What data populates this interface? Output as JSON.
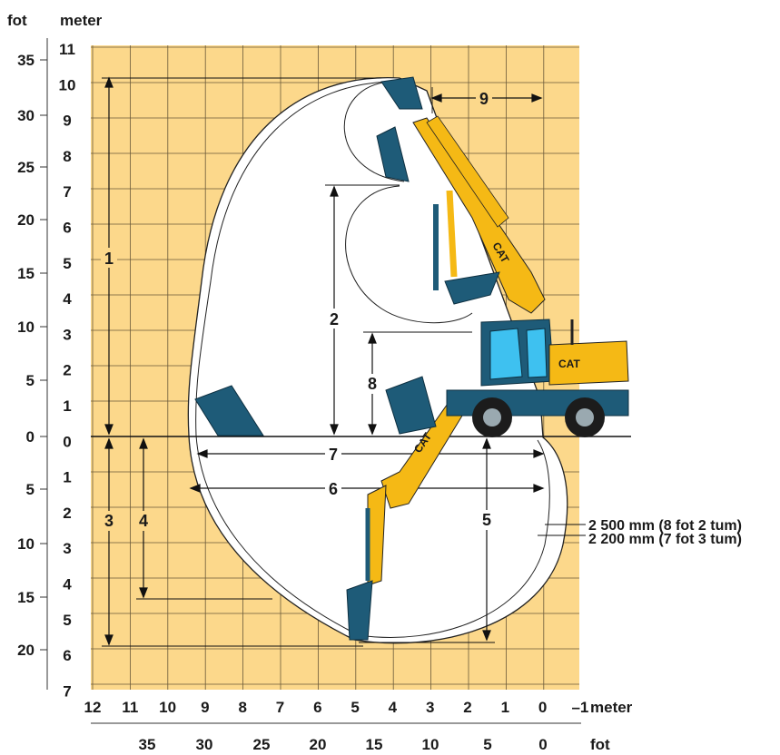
{
  "axes": {
    "left_unit_fot": "fot",
    "left_unit_meter": "meter",
    "left_fot_ticks": [
      "35",
      "30",
      "25",
      "20",
      "15",
      "10",
      "5",
      "0",
      "5",
      "10",
      "15",
      "20"
    ],
    "left_meter_ticks": [
      "11",
      "10",
      "9",
      "8",
      "7",
      "6",
      "5",
      "4",
      "3",
      "2",
      "1",
      "0",
      "1",
      "2",
      "3",
      "4",
      "5",
      "6",
      "7"
    ],
    "bottom_meter_ticks": [
      "12",
      "11",
      "10",
      "9",
      "8",
      "7",
      "6",
      "5",
      "4",
      "3",
      "2",
      "1",
      "0",
      "–1"
    ],
    "bottom_meter_unit": "meter",
    "bottom_fot_ticks": [
      "35",
      "30",
      "25",
      "20",
      "15",
      "10",
      "5",
      "0"
    ],
    "bottom_fot_unit": "fot"
  },
  "dimensions": [
    "1",
    "2",
    "3",
    "4",
    "5",
    "6",
    "7",
    "8",
    "9"
  ],
  "envelope_labels": {
    "outer": "2 500 mm (8 fot 2 tum)",
    "inner": "2 200 mm (7 fot 3 tum)"
  },
  "machine": {
    "brand": "CAT",
    "boom_color": "#f5b915",
    "bucket_color": "#1e5b78"
  },
  "colors": {
    "grid_bg": "#fcd88b",
    "grid_line": "#6a5a3a"
  }
}
